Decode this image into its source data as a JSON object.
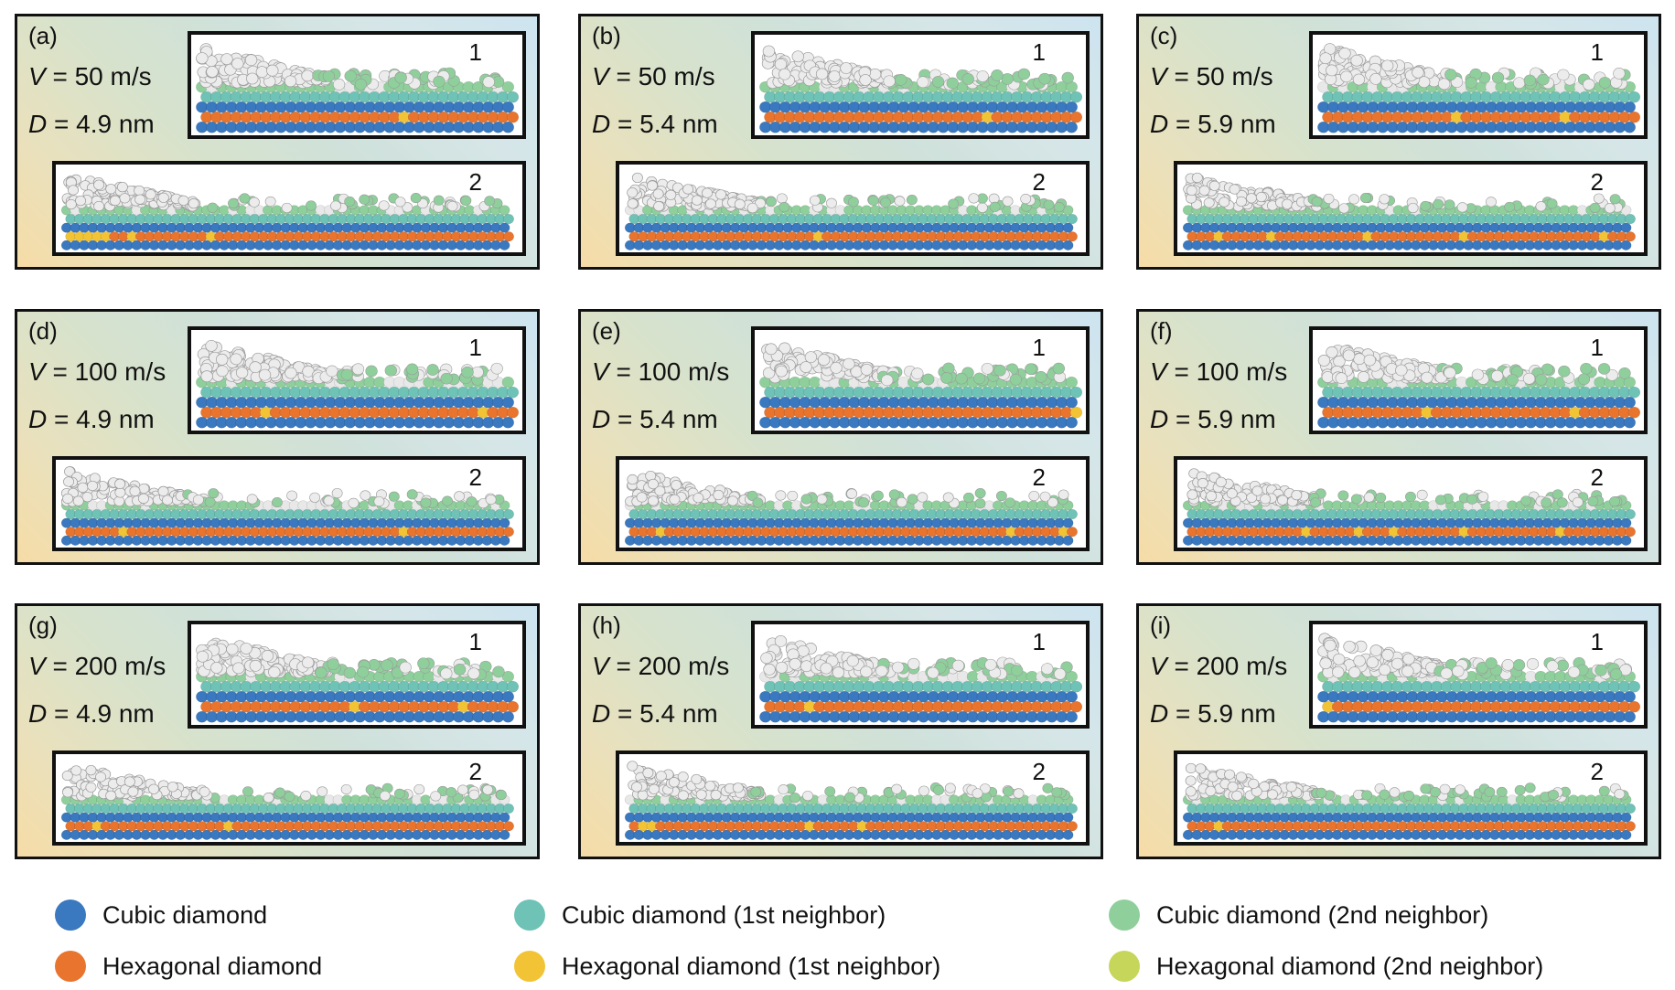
{
  "panels": [
    {
      "id": "a",
      "letter": "(a)",
      "v_var": "V",
      "v_val": " = 50 m/s",
      "d_var": "D",
      "d_val": " = 4.9 nm",
      "inset1": "1",
      "inset2": "2"
    },
    {
      "id": "b",
      "letter": "(b)",
      "v_var": "V",
      "v_val": " = 50 m/s",
      "d_var": "D",
      "d_val": " = 5.4 nm",
      "inset1": "1",
      "inset2": "2"
    },
    {
      "id": "c",
      "letter": "(c)",
      "v_var": "V",
      "v_val": " = 50 m/s",
      "d_var": "D",
      "d_val": " = 5.9 nm",
      "inset1": "1",
      "inset2": "2"
    },
    {
      "id": "d",
      "letter": "(d)",
      "v_var": "V",
      "v_val": " = 100 m/s",
      "d_var": "D",
      "d_val": " = 4.9 nm",
      "inset1": "1",
      "inset2": "2"
    },
    {
      "id": "e",
      "letter": "(e)",
      "v_var": "V",
      "v_val": " = 100 m/s",
      "d_var": "D",
      "d_val": " = 5.4 nm",
      "inset1": "1",
      "inset2": "2"
    },
    {
      "id": "f",
      "letter": "(f)",
      "v_var": "V",
      "v_val": " = 100 m/s",
      "d_var": "D",
      "d_val": " = 5.9 nm",
      "inset1": "1",
      "inset2": "2"
    },
    {
      "id": "g",
      "letter": "(g)",
      "v_var": "V",
      "v_val": " = 200 m/s",
      "d_var": "D",
      "d_val": " = 4.9 nm",
      "inset1": "1",
      "inset2": "2"
    },
    {
      "id": "h",
      "letter": "(h)",
      "v_var": "V",
      "v_val": " = 200 m/s",
      "d_var": "D",
      "d_val": " = 5.4 nm",
      "inset1": "1",
      "inset2": "2"
    },
    {
      "id": "i",
      "letter": "(i)",
      "v_var": "V",
      "v_val": " = 200 m/s",
      "d_var": "D",
      "d_val": " = 5.9 nm",
      "inset1": "1",
      "inset2": "2"
    }
  ],
  "legend": [
    {
      "label": "Cubic diamond",
      "color": "#3a78bf"
    },
    {
      "label": "Cubic diamond (1st neighbor)",
      "color": "#6fc2b6"
    },
    {
      "label": "Cubic diamond (2nd neighbor)",
      "color": "#8fcf9c"
    },
    {
      "label": "Hexagonal diamond",
      "color": "#e8742e"
    },
    {
      "label": "Hexagonal diamond (1st neighbor)",
      "color": "#f2c435"
    },
    {
      "label": "Hexagonal diamond (2nd neighbor)",
      "color": "#c6d65a"
    }
  ]
}
